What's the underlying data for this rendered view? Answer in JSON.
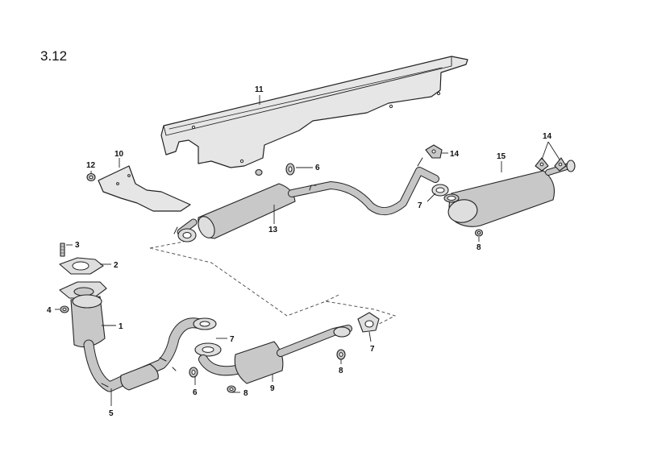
{
  "page": {
    "section_number": "3.12"
  },
  "callouts": {
    "c1": "1",
    "c2": "2",
    "c3": "3",
    "c4": "4",
    "c5": "5",
    "c6a": "6",
    "c6b": "6",
    "c7a": "7",
    "c7b": "7",
    "c7c": "7",
    "c8a": "8",
    "c8b": "8",
    "c8c": "8",
    "c9": "9",
    "c10": "10",
    "c11": "11",
    "c12": "12",
    "c13": "13",
    "c14a": "14",
    "c14b": "14",
    "c15": "15"
  }
}
